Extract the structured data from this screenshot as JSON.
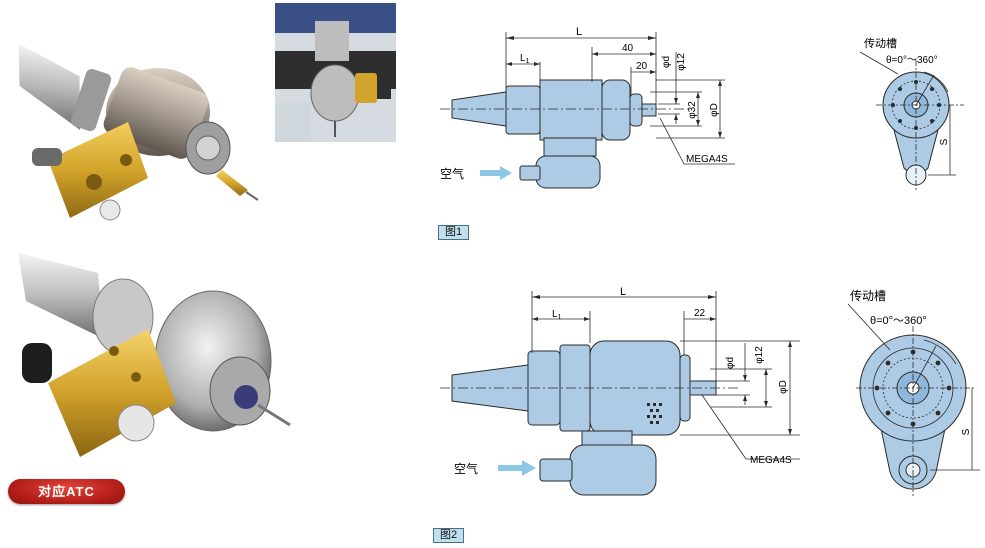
{
  "badge": {
    "atc": "对应ATC"
  },
  "fig1": {
    "label": "图1",
    "dim_L": "L",
    "dim_L1": "L",
    "dim_L1_sub": "1",
    "dim_40": "40",
    "dim_20": "20",
    "dim_phi_d": "φd",
    "dim_phi_12": "φ12",
    "dim_phi_32": "φ32",
    "dim_phi_D": "φD",
    "air": "空气",
    "collet": "MEGA4S",
    "groove": "传动槽",
    "theta": "θ=0°～360°",
    "dim_S": "S"
  },
  "fig2": {
    "label": "图2",
    "dim_L": "L",
    "dim_L1": "L",
    "dim_L1_sub": "1",
    "dim_22": "22",
    "dim_phi_d": "φd",
    "dim_phi_12": "φ12",
    "dim_phi_D": "φD",
    "air": "空气",
    "collet": "MEGA4S",
    "groove": "传动槽",
    "theta": "θ=0°～360°",
    "dim_S": "S"
  },
  "colors": {
    "body": "#aecbe6",
    "outline": "#2b2b2b",
    "label_bg": "#bfe0ee",
    "badge": "#c0241e",
    "gold": "#d6a52a"
  }
}
